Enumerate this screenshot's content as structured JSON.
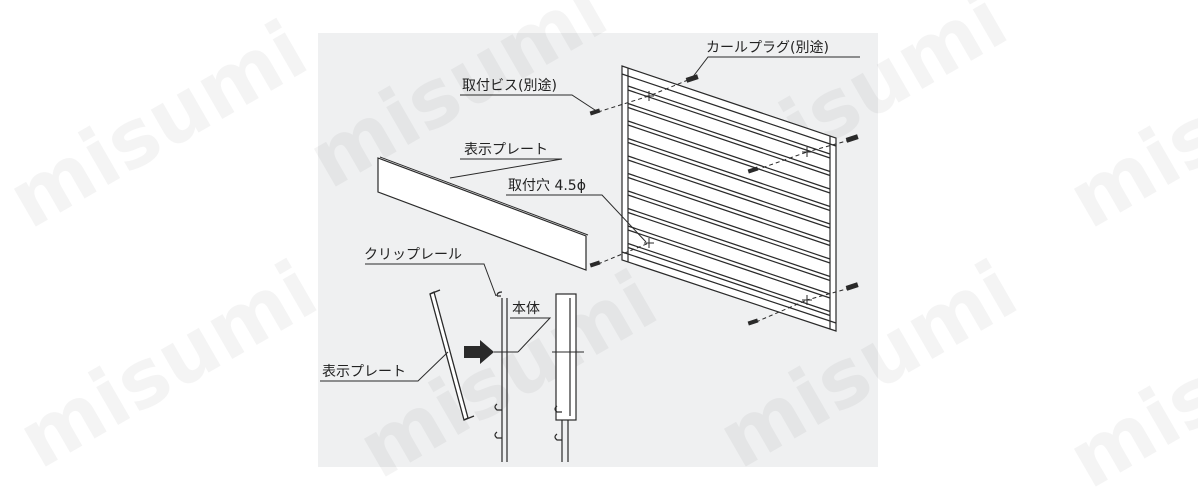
{
  "watermark": "misumi",
  "labels": {
    "anchor_plug": "カールプラグ(別途)",
    "mount_screw": "取付ビス(別途)",
    "display_plate_top": "表示プレート",
    "mount_hole": "取付穴 4.5ϕ",
    "clip_rail": "クリップレール",
    "main_body": "本体",
    "display_plate_side": "表示プレート"
  },
  "colors": {
    "panel_bg": "#eff0f1",
    "line": "#2a2a2a",
    "plate_fill": "#ffffff"
  }
}
